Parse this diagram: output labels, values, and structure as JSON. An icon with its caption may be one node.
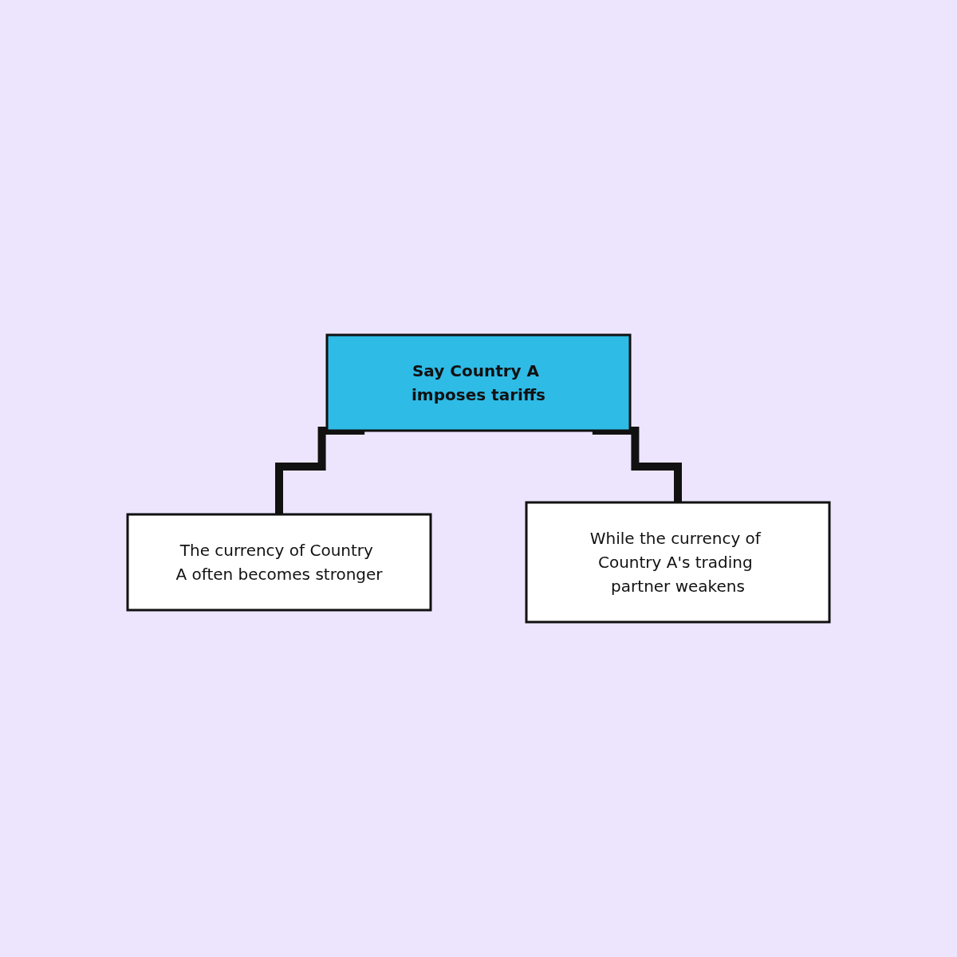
{
  "diagram": {
    "nodes": [
      {
        "text": [
          "Say Country A imposes tariffs"
        ]
      },
      {
        "text": [
          "The currency of Country A often becomes stronger"
        ]
      },
      {
        "text": [
          "While the currency of Country A's trading partner weakens"
        ]
      }
    ],
    "edges": [
      {
        "from": 0,
        "to": 1,
        "arrow": "none"
      },
      {
        "from": 0,
        "to": 2,
        "arrow": "none"
      }
    ]
  }
}
